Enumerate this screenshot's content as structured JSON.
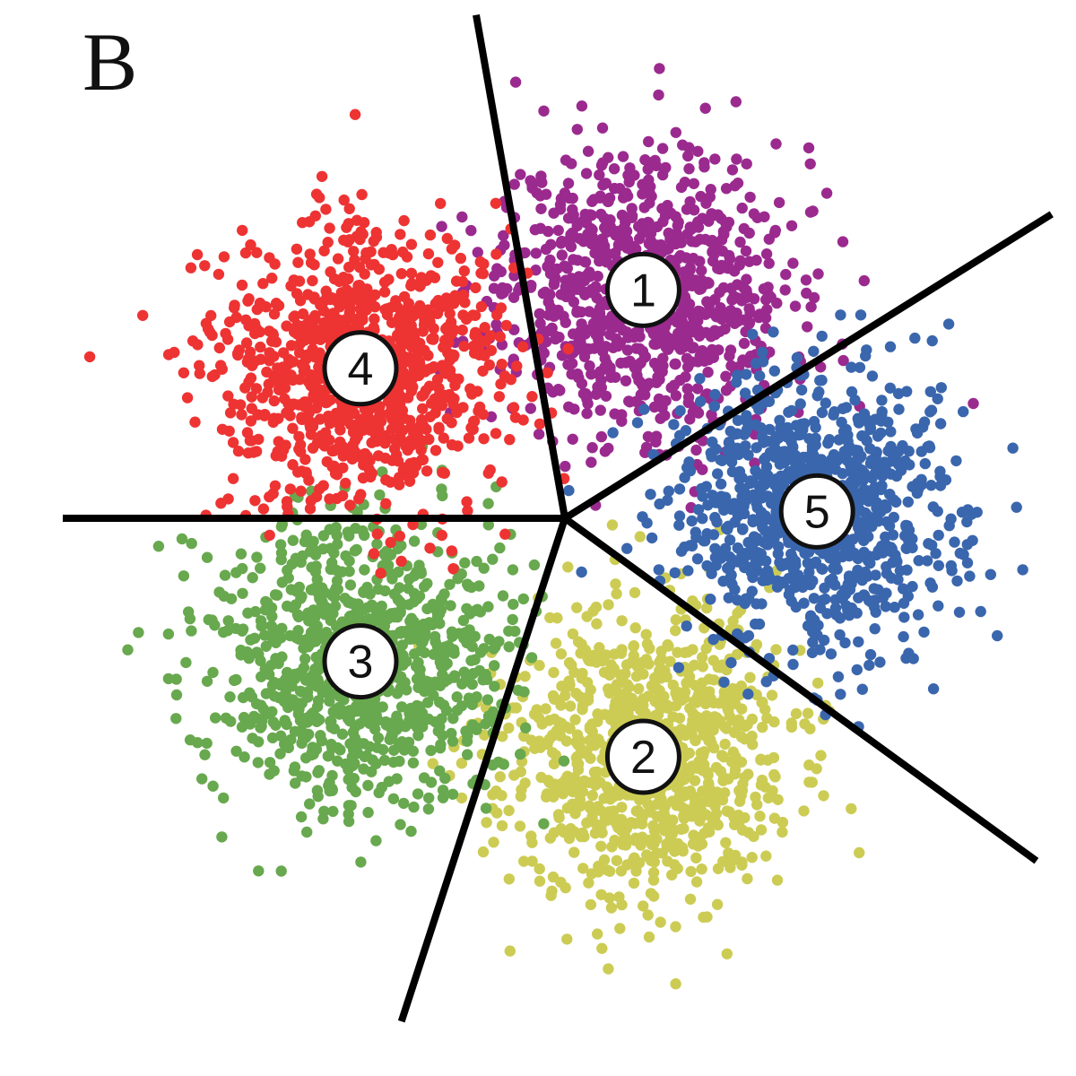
{
  "panel_label": "B",
  "chart_data": {
    "type": "scatter",
    "title": "",
    "xlabel": "",
    "ylabel": "",
    "xlim": [
      -1.55,
      1.55
    ],
    "ylim": [
      -1.55,
      1.55
    ],
    "grid": false,
    "legend": "none",
    "center": [
      0,
      0
    ],
    "boundary_angles_deg": [
      100,
      32,
      -36,
      -108,
      180
    ],
    "clusters": [
      {
        "label": "1",
        "center": [
          0.23,
          0.67
        ],
        "color": "#9b2a8f",
        "spread": 0.21,
        "count": 950,
        "seed": 11
      },
      {
        "label": "2",
        "center": [
          0.23,
          -0.7
        ],
        "color": "#cccc55",
        "spread": 0.21,
        "count": 950,
        "seed": 23
      },
      {
        "label": "3",
        "center": [
          -0.6,
          -0.42
        ],
        "color": "#68a84e",
        "spread": 0.21,
        "count": 950,
        "seed": 37
      },
      {
        "label": "4",
        "center": [
          -0.6,
          0.44
        ],
        "color": "#ee3333",
        "spread": 0.21,
        "count": 950,
        "seed": 41
      },
      {
        "label": "5",
        "center": [
          0.74,
          0.02
        ],
        "color": "#3a66ad",
        "spread": 0.21,
        "count": 950,
        "seed": 53
      }
    ]
  }
}
